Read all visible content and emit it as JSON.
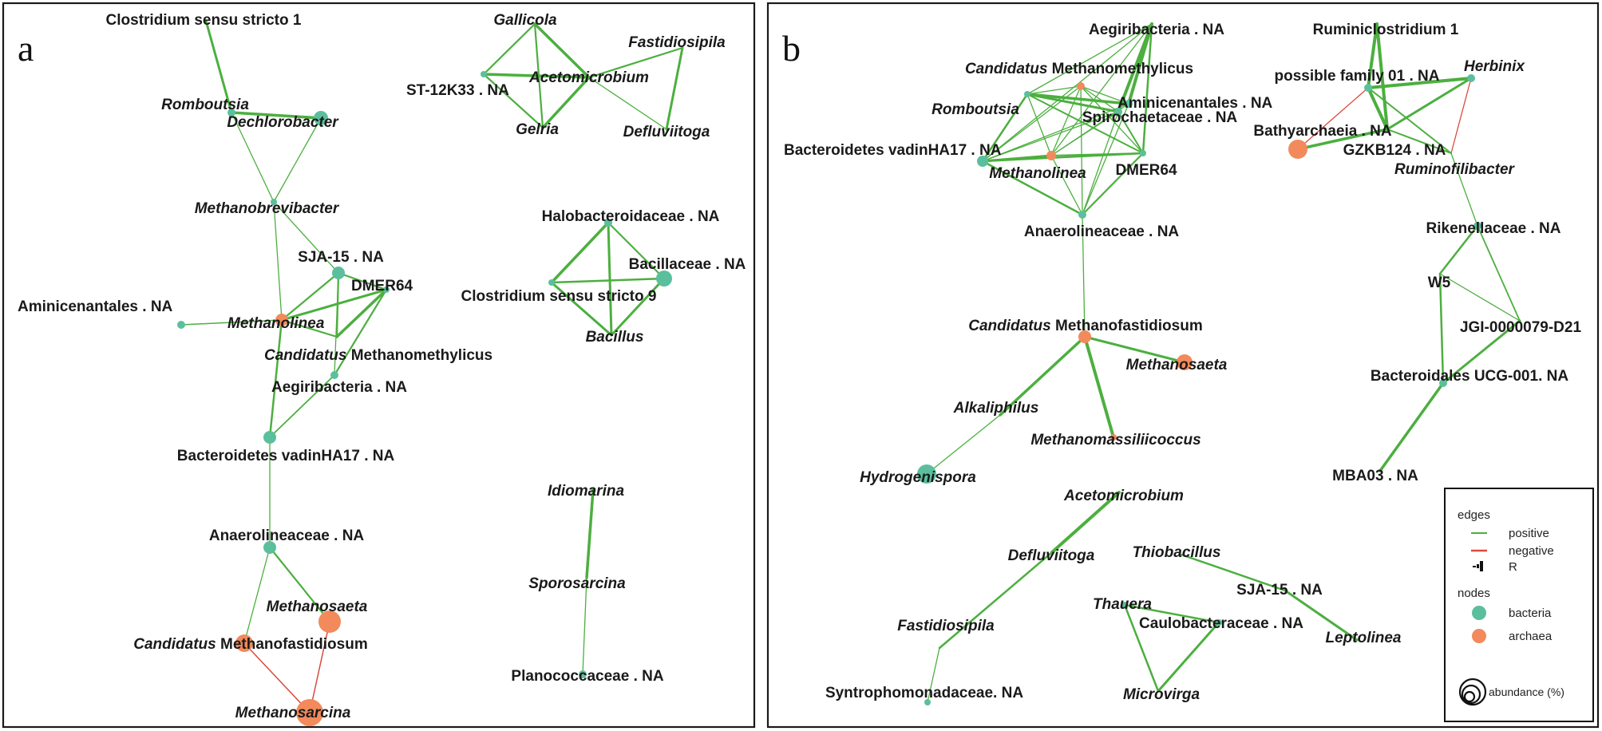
{
  "colors": {
    "positive": "#4caf3f",
    "negative": "#d94b3f",
    "bacteria": "#5bbf9e",
    "archaea": "#f28a5b"
  },
  "panels": [
    {
      "letter": "a",
      "nodes": [
        {
          "id": "clos1",
          "parts": [
            {
              "t": "Clostridium sensu stricto 1",
              "i": false
            }
          ]
        },
        {
          "id": "romb",
          "parts": [
            {
              "t": "Romboutsia",
              "i": true
            }
          ]
        },
        {
          "id": "dech",
          "parts": [
            {
              "t": "Dechlorobacter",
              "i": true
            }
          ]
        },
        {
          "id": "mbrev",
          "parts": [
            {
              "t": "Methanobrevibacter",
              "i": true
            }
          ]
        },
        {
          "id": "sja",
          "parts": [
            {
              "t": "SJA-15 . NA",
              "i": false
            }
          ]
        },
        {
          "id": "dmer",
          "parts": [
            {
              "t": "DMER64",
              "i": false
            }
          ]
        },
        {
          "id": "amin",
          "parts": [
            {
              "t": "Aminicenantales . NA",
              "i": false
            }
          ]
        },
        {
          "id": "mlin",
          "parts": [
            {
              "t": "Methanolinea",
              "i": true
            }
          ]
        },
        {
          "id": "cmme",
          "parts": [
            {
              "t": "Candidatus",
              "i": true
            },
            {
              "t": " Methanomethylicus",
              "i": false
            }
          ]
        },
        {
          "id": "aegi",
          "parts": [
            {
              "t": "Aegiribacteria . NA",
              "i": false
            }
          ]
        },
        {
          "id": "bvad",
          "parts": [
            {
              "t": "Bacteroidetes vadinHA17 . NA",
              "i": false
            }
          ]
        },
        {
          "id": "anae",
          "parts": [
            {
              "t": "Anaerolineaceae . NA",
              "i": false
            }
          ]
        },
        {
          "id": "msae",
          "parts": [
            {
              "t": "Methanosaeta",
              "i": true
            }
          ]
        },
        {
          "id": "cmfa",
          "parts": [
            {
              "t": "Candidatus",
              "i": true
            },
            {
              "t": " Methanofastidiosum",
              "i": false
            }
          ]
        },
        {
          "id": "msar",
          "parts": [
            {
              "t": "Methanosarcina",
              "i": true
            }
          ]
        },
        {
          "id": "gall",
          "parts": [
            {
              "t": "Gallicola",
              "i": true
            }
          ]
        },
        {
          "id": "fast",
          "parts": [
            {
              "t": "Fastidiosipila",
              "i": true
            }
          ]
        },
        {
          "id": "st12",
          "parts": [
            {
              "t": "ST-12K33 . NA",
              "i": false
            }
          ]
        },
        {
          "id": "acet",
          "parts": [
            {
              "t": "Acetomicrobium",
              "i": true
            }
          ]
        },
        {
          "id": "gelr",
          "parts": [
            {
              "t": "Gelria",
              "i": true
            }
          ]
        },
        {
          "id": "defl",
          "parts": [
            {
              "t": "Defluviitoga",
              "i": true
            }
          ]
        },
        {
          "id": "halo",
          "parts": [
            {
              "t": "Halobacteroidaceae . NA",
              "i": false
            }
          ]
        },
        {
          "id": "baci",
          "parts": [
            {
              "t": "Bacillaceae . NA",
              "i": false
            }
          ]
        },
        {
          "id": "clos9",
          "parts": [
            {
              "t": "Clostridium sensu stricto 9",
              "i": false
            }
          ]
        },
        {
          "id": "bacl",
          "parts": [
            {
              "t": "Bacillus",
              "i": true
            }
          ]
        },
        {
          "id": "idio",
          "parts": [
            {
              "t": "Idiomarina",
              "i": true
            }
          ]
        },
        {
          "id": "spor",
          "parts": [
            {
              "t": "Sporosarcina",
              "i": true
            }
          ]
        },
        {
          "id": "plan",
          "parts": [
            {
              "t": "Planococcaceae . NA",
              "i": false
            }
          ]
        }
      ]
    },
    {
      "letter": "b",
      "nodes": [
        {
          "id": "aegi",
          "parts": [
            {
              "t": "Aegiribacteria . NA",
              "i": false
            }
          ]
        },
        {
          "id": "cmme",
          "parts": [
            {
              "t": "Candidatus",
              "i": true
            },
            {
              "t": " Methanomethylicus",
              "i": false
            }
          ]
        },
        {
          "id": "romb",
          "parts": [
            {
              "t": "Romboutsia",
              "i": true
            }
          ]
        },
        {
          "id": "amin",
          "parts": [
            {
              "t": "Aminicenantales . NA",
              "i": false
            }
          ]
        },
        {
          "id": "spir",
          "parts": [
            {
              "t": "Spirochaetaceae . NA",
              "i": false
            }
          ]
        },
        {
          "id": "bvad",
          "parts": [
            {
              "t": "Bacteroidetes vadinHA17 . NA",
              "i": false
            }
          ]
        },
        {
          "id": "mlin",
          "parts": [
            {
              "t": "Methanolinea",
              "i": true
            }
          ]
        },
        {
          "id": "dmer",
          "parts": [
            {
              "t": "DMER64",
              "i": false
            }
          ]
        },
        {
          "id": "anae",
          "parts": [
            {
              "t": "Anaerolineaceae . NA",
              "i": false
            }
          ]
        },
        {
          "id": "rumc",
          "parts": [
            {
              "t": "Ruminiclostridium 1",
              "i": false
            }
          ]
        },
        {
          "id": "posf",
          "parts": [
            {
              "t": "possible family 01 . NA",
              "i": false
            }
          ]
        },
        {
          "id": "herb",
          "parts": [
            {
              "t": "Herbinix",
              "i": true
            }
          ]
        },
        {
          "id": "bath",
          "parts": [
            {
              "t": "Bathyarchaeia . NA",
              "i": false
            }
          ]
        },
        {
          "id": "gzkb",
          "parts": [
            {
              "t": "GZKB124 . NA",
              "i": false
            }
          ]
        },
        {
          "id": "rumf",
          "parts": [
            {
              "t": "Ruminofilibacter",
              "i": true
            }
          ]
        },
        {
          "id": "rike",
          "parts": [
            {
              "t": "Rikenellaceae . NA",
              "i": false
            }
          ]
        },
        {
          "id": "w5",
          "parts": [
            {
              "t": "W5",
              "i": false
            }
          ]
        },
        {
          "id": "jgi",
          "parts": [
            {
              "t": "JGI-0000079-D21",
              "i": false
            }
          ]
        },
        {
          "id": "bucg",
          "parts": [
            {
              "t": "Bacteroidales UCG-001. NA",
              "i": false
            }
          ]
        },
        {
          "id": "mba",
          "parts": [
            {
              "t": "MBA03 . NA",
              "i": false
            }
          ]
        },
        {
          "id": "cmfa",
          "parts": [
            {
              "t": "Candidatus",
              "i": true
            },
            {
              "t": " Methanofastidiosum",
              "i": false
            }
          ]
        },
        {
          "id": "msae",
          "parts": [
            {
              "t": "Methanosaeta",
              "i": true
            }
          ]
        },
        {
          "id": "alka",
          "parts": [
            {
              "t": "Alkaliphilus",
              "i": true
            }
          ]
        },
        {
          "id": "mmas",
          "parts": [
            {
              "t": "Methanomassiliicoccus",
              "i": true
            }
          ]
        },
        {
          "id": "hydr",
          "parts": [
            {
              "t": "Hydrogenispora",
              "i": true
            }
          ]
        },
        {
          "id": "acet",
          "parts": [
            {
              "t": "Acetomicrobium",
              "i": true
            }
          ]
        },
        {
          "id": "defl",
          "parts": [
            {
              "t": "Defluviitoga",
              "i": true
            }
          ]
        },
        {
          "id": "fast",
          "parts": [
            {
              "t": "Fastidiosipila",
              "i": true
            }
          ]
        },
        {
          "id": "synt",
          "parts": [
            {
              "t": "Syntrophomonadaceae. NA",
              "i": false
            }
          ]
        },
        {
          "id": "thio",
          "parts": [
            {
              "t": "Thiobacillus",
              "i": true
            }
          ]
        },
        {
          "id": "sja",
          "parts": [
            {
              "t": "SJA-15 . NA",
              "i": false
            }
          ]
        },
        {
          "id": "thau",
          "parts": [
            {
              "t": "Thauera",
              "i": true
            }
          ]
        },
        {
          "id": "caul",
          "parts": [
            {
              "t": "Caulobacteraceae . NA",
              "i": false
            }
          ]
        },
        {
          "id": "lept",
          "parts": [
            {
              "t": "Leptolinea",
              "i": true
            }
          ]
        },
        {
          "id": "micr",
          "parts": [
            {
              "t": "Microvirga",
              "i": true
            }
          ]
        }
      ]
    }
  ],
  "legend": {
    "edges_title": "edges",
    "positive": "positive",
    "negative": "negative",
    "r_label": "R",
    "nodes_title": "nodes",
    "bacteria": "bacteria",
    "archaea": "archaea",
    "abundance": "abundance (%)"
  }
}
